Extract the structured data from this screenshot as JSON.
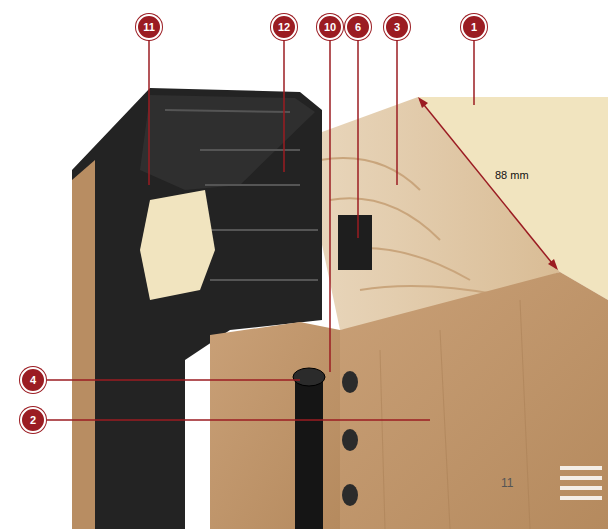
{
  "diagram": {
    "labels": [
      "11",
      "12",
      "10",
      "6",
      "3",
      "1",
      "88 mm",
      "4",
      "2",
      "11"
    ]
  }
}
